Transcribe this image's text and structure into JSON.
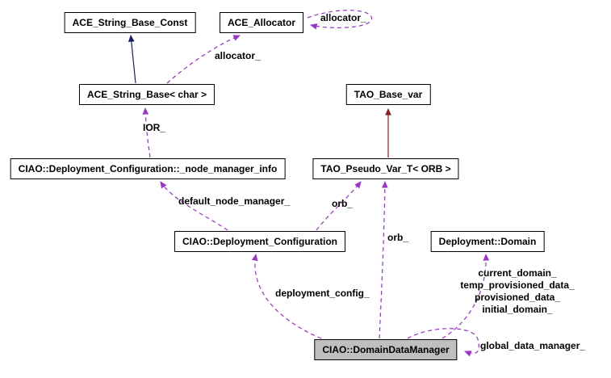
{
  "diagram": {
    "type": "uml-collaboration-graph",
    "nodes": {
      "ace_string_base_const": "ACE_String_Base_Const",
      "ace_allocator": "ACE_Allocator",
      "ace_string_base_char": "ACE_String_Base< char >",
      "tao_base_var": "TAO_Base_var",
      "node_manager_info": "CIAO::Deployment_Configuration::_node_manager_info",
      "tao_pseudo_var": "TAO_Pseudo_Var_T< ORB >",
      "deployment_configuration": "CIAO::Deployment_Configuration",
      "deployment_domain": "Deployment::Domain",
      "domain_data_manager": "CIAO::DomainDataManager"
    },
    "edge_labels": {
      "allocator_self": "allocator_",
      "allocator": "allocator_",
      "ior": "IOR_",
      "default_node_manager": "default_node_manager_",
      "orb_upper": "orb_",
      "orb_lower": "orb_",
      "deployment_config": "deployment_config_",
      "current_domain": "current_domain_",
      "temp_provisioned_data": "temp_provisioned_data_",
      "provisioned_data": "provisioned_data_",
      "initial_domain": "initial_domain_",
      "global_data_manager": "global_data_manager_"
    },
    "colors": {
      "public_inheritance_edge": "#191970",
      "private_inheritance_edge": "#8b1a1a",
      "usage_edge": "#9a32cd",
      "node_border": "#000000",
      "node_fill": "#ffffff",
      "highlighted_node_fill": "#bfbfbf",
      "background": "#ffffff"
    }
  }
}
